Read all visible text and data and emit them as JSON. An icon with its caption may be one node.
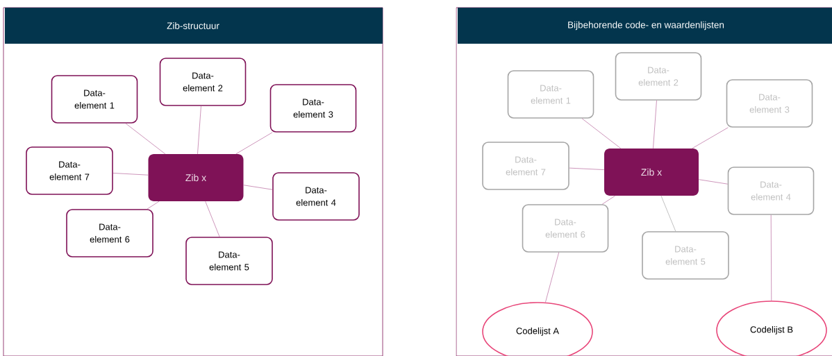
{
  "diagram": {
    "nodes": [
      {
        "text": [
          "Zib-structuur"
        ]
      },
      {
        "text": [
          "Zib x"
        ],
        "in": 0
      },
      {
        "text": [
          "Data- element 1"
        ],
        "in": 0
      },
      {
        "text": [
          "Data- element 2"
        ],
        "in": 0
      },
      {
        "text": [
          "Data- element 3"
        ],
        "in": 0
      },
      {
        "text": [
          "Data- element 7"
        ],
        "in": 0
      },
      {
        "text": [
          "Data- element 4"
        ],
        "in": 0
      },
      {
        "text": [
          "Data- element 6"
        ],
        "in": 0
      },
      {
        "text": [
          "Data- element 5"
        ],
        "in": 0
      },
      {
        "text": [
          "Bijbehorende code- en waardenlijsten"
        ]
      },
      {
        "text": [
          "Zib x"
        ],
        "in": 9
      },
      {
        "text": [
          "Data- element 1"
        ],
        "in": 9
      },
      {
        "text": [
          "Data- element 2"
        ],
        "in": 9
      },
      {
        "text": [
          "Data- element 3"
        ],
        "in": 9
      },
      {
        "text": [
          "Data- element 7"
        ],
        "in": 9
      },
      {
        "text": [
          "Data- element 4"
        ],
        "in": 9
      },
      {
        "text": [
          "Data- element 6"
        ],
        "in": 9
      },
      {
        "text": [
          "Data- element 5"
        ],
        "in": 9
      },
      {
        "text": [
          "Codelijst A"
        ],
        "in": 9
      },
      {
        "text": [
          "Codelijst B"
        ],
        "in": 9
      }
    ],
    "edges": [
      {
        "from": 1,
        "to": 2,
        "arrow": "none"
      },
      {
        "from": 1,
        "to": 3,
        "arrow": "none"
      },
      {
        "from": 1,
        "to": 4,
        "arrow": "none"
      },
      {
        "from": 1,
        "to": 5,
        "arrow": "none"
      },
      {
        "from": 1,
        "to": 6,
        "arrow": "none"
      },
      {
        "from": 1,
        "to": 7,
        "arrow": "none"
      },
      {
        "from": 1,
        "to": 8,
        "arrow": "none"
      },
      {
        "from": 10,
        "to": 11,
        "arrow": "none"
      },
      {
        "from": 10,
        "to": 12,
        "arrow": "none"
      },
      {
        "from": 10,
        "to": 13,
        "arrow": "none"
      },
      {
        "from": 10,
        "to": 14,
        "arrow": "none"
      },
      {
        "from": 10,
        "to": 15,
        "arrow": "none"
      },
      {
        "from": 10,
        "to": 16,
        "arrow": "none"
      },
      {
        "from": 10,
        "to": 17,
        "arrow": "none",
        "color": "#a6a6a6"
      },
      {
        "from": 16,
        "to": 18,
        "arrow": "none"
      },
      {
        "from": 15,
        "to": 19,
        "arrow": "none"
      }
    ]
  }
}
